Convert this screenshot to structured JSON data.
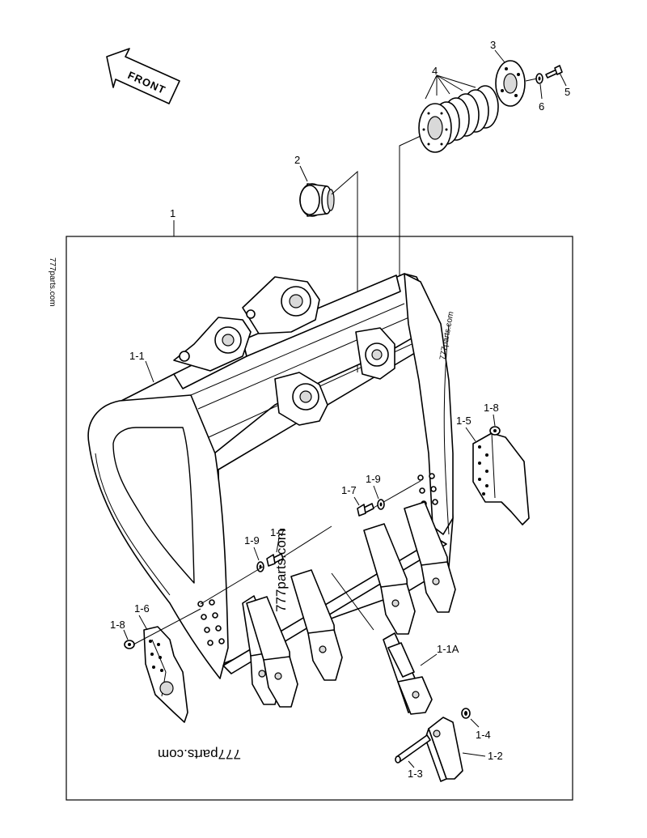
{
  "direction_arrow": {
    "text": "FRONT"
  },
  "watermarks": [
    "777parts.com",
    "777parts.com",
    "777parts.com",
    "777parts.com"
  ],
  "labels": {
    "p1": "1",
    "p2": "2",
    "p3": "3",
    "p4": "4",
    "p5": "5",
    "p6": "6",
    "p1_1": "1-1",
    "p1_1A": "1-1A",
    "p1_2": "1-2",
    "p1_3": "1-3",
    "p1_4": "1-4",
    "p1_5": "1-5",
    "p1_6": "1-6",
    "p1_7a": "1-7",
    "p1_7b": "1-7",
    "p1_8a": "1-8",
    "p1_8b": "1-8",
    "p1_9a": "1-9",
    "p1_9b": "1-9"
  }
}
